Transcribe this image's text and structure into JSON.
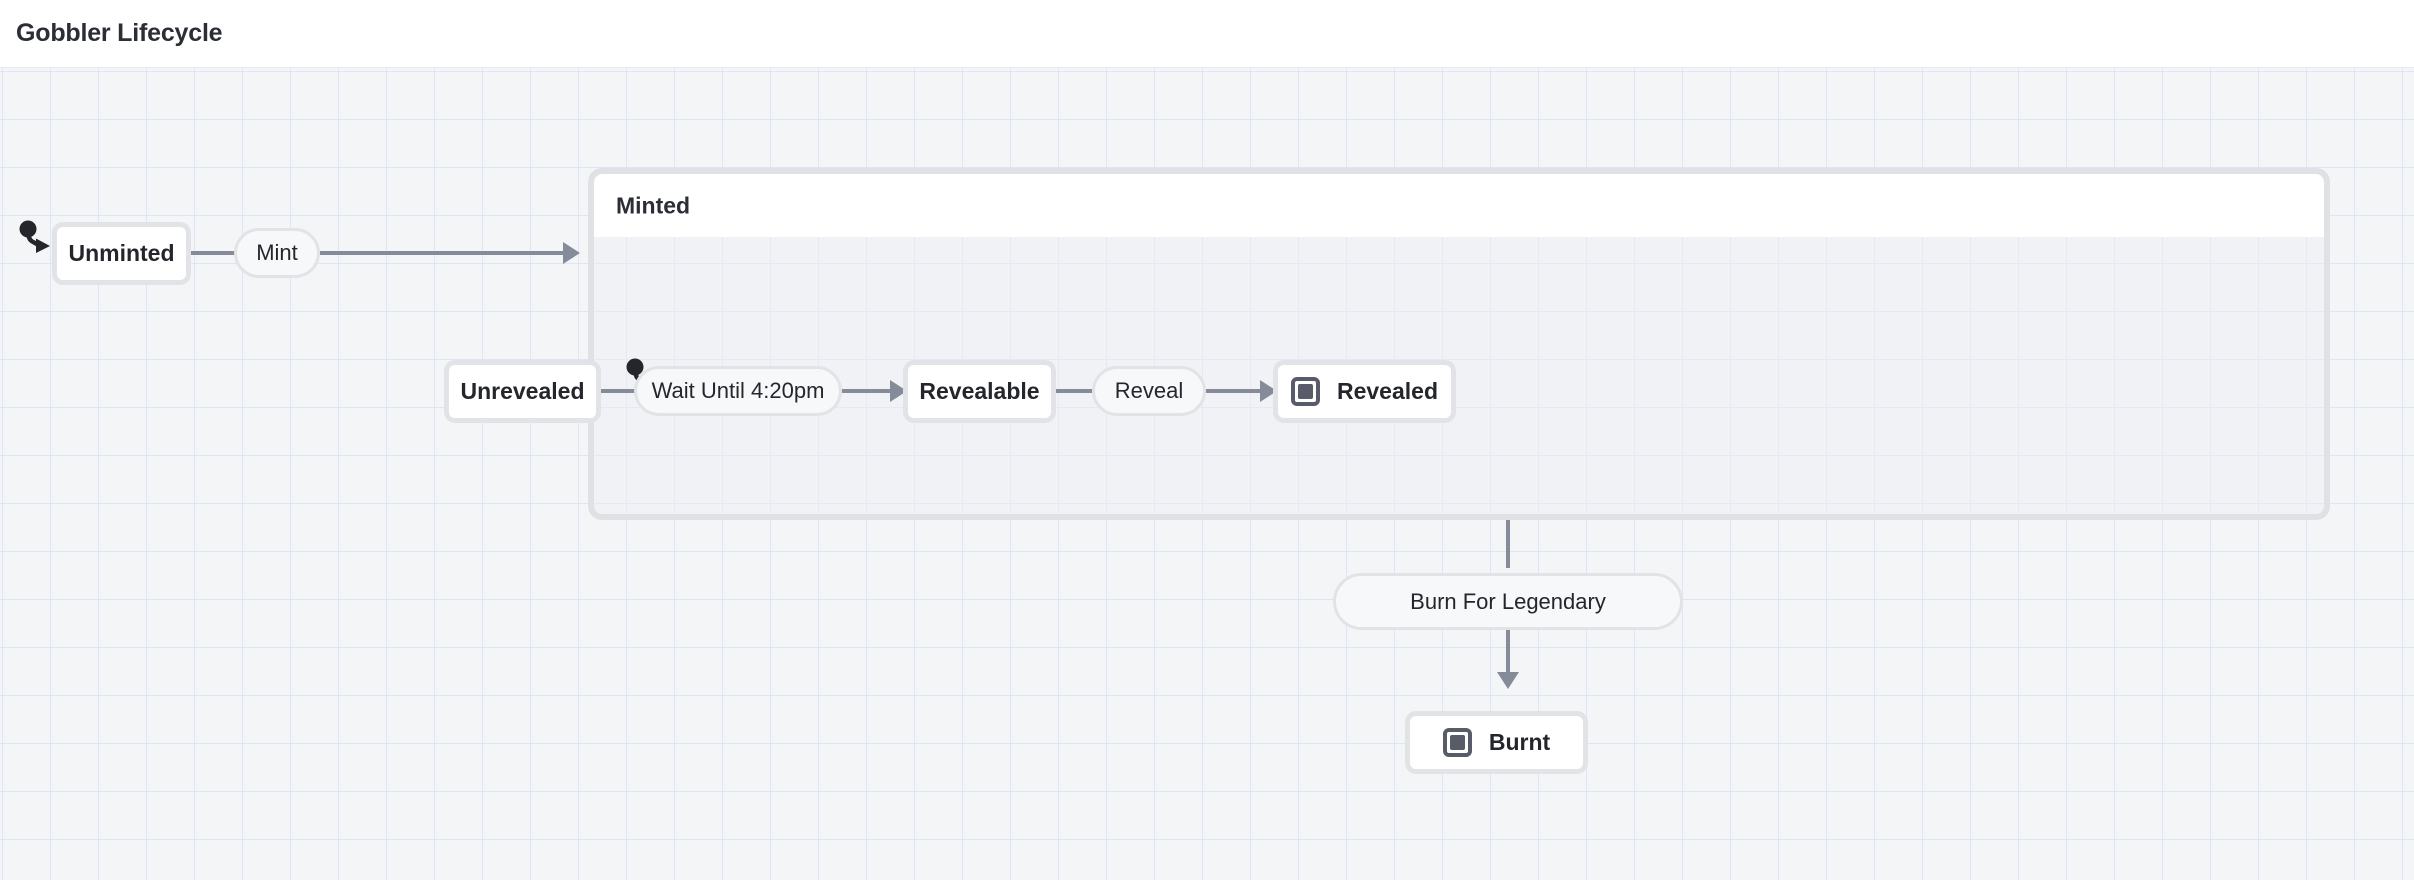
{
  "header": {
    "title": "Gobbler Lifecycle"
  },
  "diagram": {
    "type": "state-machine",
    "background": "#f4f5f7",
    "grid_color": "#dde6f7",
    "edge_color": "#868b99",
    "node_border_color": "#e2e3e7",
    "group_border_color": "#dfe1e5",
    "states": [
      {
        "id": "unminted",
        "label": "Unminted",
        "kind": "state"
      },
      {
        "id": "unrevealed",
        "label": "Unrevealed",
        "kind": "state"
      },
      {
        "id": "revealable",
        "label": "Revealable",
        "kind": "state"
      },
      {
        "id": "revealed",
        "label": "Revealed",
        "kind": "final",
        "icon": "final-state-icon"
      },
      {
        "id": "burnt",
        "label": "Burnt",
        "kind": "final",
        "icon": "final-state-icon"
      }
    ],
    "groups": [
      {
        "id": "minted",
        "label": "Minted",
        "contains": [
          "unrevealed",
          "revealable",
          "revealed"
        ]
      }
    ],
    "transitions": [
      {
        "id": "mint",
        "label": "Mint",
        "from": "unminted",
        "to": "minted"
      },
      {
        "id": "wait-until",
        "label": "Wait Until 4:20pm",
        "from": "unrevealed",
        "to": "revealable"
      },
      {
        "id": "reveal",
        "label": "Reveal",
        "from": "revealable",
        "to": "revealed"
      },
      {
        "id": "burn-for-legendary",
        "label": "Burn For Legendary",
        "from": "minted",
        "to": "burnt"
      }
    ],
    "initial_markers": [
      {
        "id": "initial-root",
        "points_to": "unminted"
      },
      {
        "id": "initial-minted",
        "points_to": "unrevealed"
      }
    ]
  }
}
